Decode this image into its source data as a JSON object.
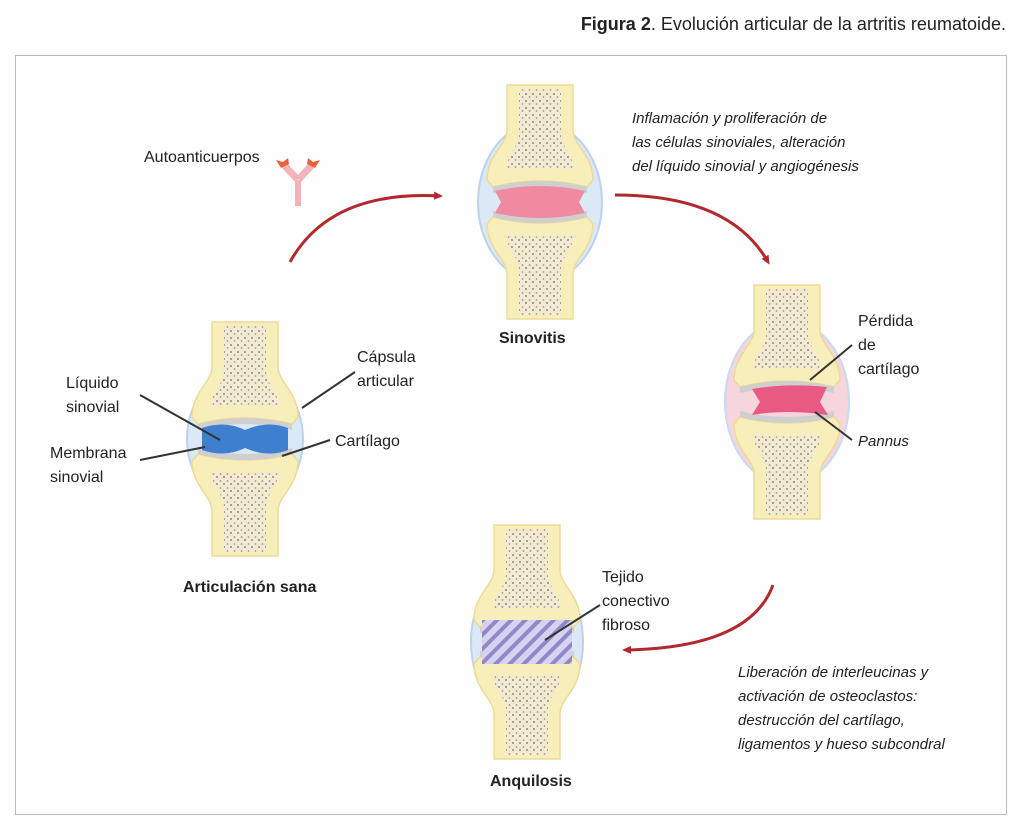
{
  "caption": {
    "figure": "Figura 2",
    "text": ". Evolución articular de la artritis reumatoide."
  },
  "colors": {
    "arrow": "#b3282d",
    "bone": "#f8eeba",
    "capsule": "#dbe8f6",
    "fluid_healthy": "#3f7fd0",
    "inflamed": "#f08aa0",
    "fibrous": "#a9a2d8"
  },
  "labels": {
    "autoanticuerpos": "Autoanticuerpos",
    "sinovitis_desc": [
      "Inflamación y proliferación de",
      "las células sinoviales, alteración",
      "del líquido sinovial y angiogénesis"
    ],
    "sinovitis": "Sinovitis",
    "liquido": [
      "Líquido",
      "sinovial"
    ],
    "membrana": [
      "Membrana",
      "sinovial"
    ],
    "capsula": [
      "Cápsula",
      "articular"
    ],
    "cartilago": "Cartílago",
    "sana": "Articulación sana",
    "perdida": [
      "Pérdida",
      "de",
      "cartílago"
    ],
    "pannus": "Pannus",
    "tejido": [
      "Tejido",
      "conectivo",
      "fibroso"
    ],
    "anquilosis": "Anquilosis",
    "liberacion_desc": [
      "Liberación de interleucinas y",
      "activación de osteoclastos:",
      "destrucción del cartílago,",
      "ligamentos y hueso subcondral"
    ]
  }
}
